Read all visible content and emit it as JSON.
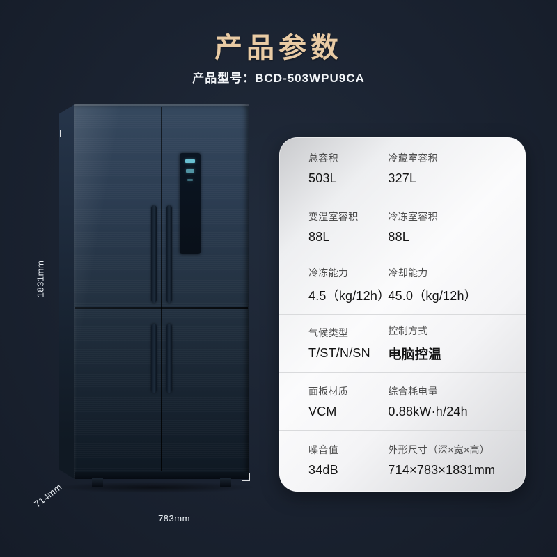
{
  "theme": {
    "bg": "#1a2230",
    "title_color": "#e9cba4",
    "dim_text": "#e9eef3",
    "card_label": "#4d4d4d",
    "card_value": "#141414",
    "divider": "#d9dadc"
  },
  "page": {
    "title": "产品参数",
    "model_label": "产品型号：BCD-503WPU9CA"
  },
  "dimensions": {
    "height": "1831mm",
    "depth": "714mm",
    "width": "783mm"
  },
  "specs": {
    "rows": [
      {
        "left": {
          "label": "总容积",
          "value": "503L"
        },
        "right": {
          "label": "冷藏室容积",
          "value": "327L"
        }
      },
      {
        "left": {
          "label": "变温室容积",
          "value": "88L"
        },
        "right": {
          "label": "冷冻室容积",
          "value": "88L"
        }
      },
      {
        "left": {
          "label": "冷冻能力",
          "value": "4.5（kg/12h）"
        },
        "right": {
          "label": "冷却能力",
          "value": "45.0（kg/12h）"
        }
      },
      {
        "left": {
          "label": "气候类型",
          "value": "T/ST/N/SN"
        },
        "right": {
          "label": "控制方式",
          "value": "电脑控温"
        }
      },
      {
        "left": {
          "label": "面板材质",
          "value": "VCM"
        },
        "right": {
          "label": "综合耗电量",
          "value": "0.88kW·h/24h"
        }
      },
      {
        "left": {
          "label": "噪音值",
          "value": "34dB"
        },
        "right": {
          "label": "外形尺寸（深×宽×高）",
          "value": "714×783×1831mm"
        }
      }
    ]
  }
}
